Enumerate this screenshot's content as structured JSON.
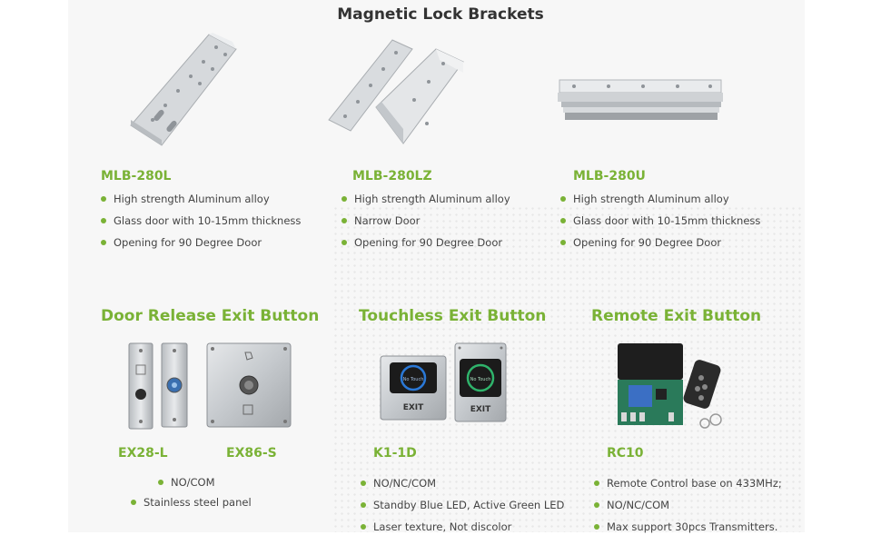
{
  "title": "Magnetic Lock Brackets",
  "brackets": [
    {
      "model": "MLB-280L",
      "features": [
        "High strength Aluminum alloy",
        "Glass door with 10-15mm thickness",
        "Opening for 90 Degree Door"
      ]
    },
    {
      "model": "MLB-280LZ",
      "features": [
        "High strength Aluminum alloy",
        "Narrow Door",
        "Opening for 90 Degree Door"
      ]
    },
    {
      "model": "MLB-280U",
      "features": [
        "High strength Aluminum alloy",
        "Glass door with 10-15mm thickness",
        "Opening for 90 Degree Door"
      ]
    }
  ],
  "sections": {
    "door_release": {
      "title": "Door Release Exit Button",
      "models": [
        "EX28-L",
        "EX86-S"
      ],
      "features": [
        "NO/COM",
        "Stainless steel panel"
      ]
    },
    "touchless": {
      "title": "Touchless Exit Button",
      "model": "K1-1D",
      "features": [
        "NO/NC/COM",
        "Standby Blue LED, Active Green LED",
        "Laser texture, Not discolor"
      ],
      "button_text": "EXIT",
      "sensor_text": "No Touch"
    },
    "remote": {
      "title": "Remote Exit Button",
      "model": "RC10",
      "features": [
        "Remote Control base on 433MHz;",
        "NO/NC/COM",
        "Max support 30pcs Transmitters."
      ]
    }
  },
  "colors": {
    "accent": "#7ab236",
    "text": "#444444",
    "title": "#333333"
  }
}
